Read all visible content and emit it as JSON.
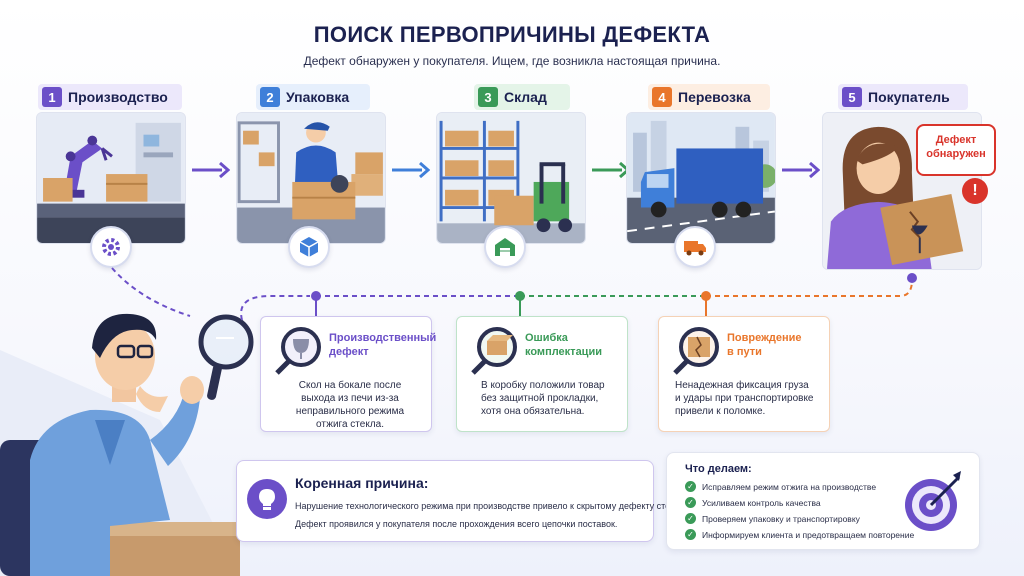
{
  "header": {
    "title": "ПОИСК ПЕРВОПРИЧИНЫ ДЕФЕКТА",
    "subtitle": "Дефект обнаружен у покупателя. Ищем, где возникла настоящая причина."
  },
  "steps": [
    {
      "num": "1",
      "label": "Производство",
      "color": "#6b4fc8",
      "bg": "#ece8fb",
      "icon": "gear-icon"
    },
    {
      "num": "2",
      "label": "Упаковка",
      "color": "#3f7fd9",
      "bg": "#e6effc",
      "icon": "box-icon"
    },
    {
      "num": "3",
      "label": "Склад",
      "color": "#3a9a58",
      "bg": "#e4f4e8",
      "icon": "warehouse-icon"
    },
    {
      "num": "4",
      "label": "Перевозка",
      "color": "#e9762b",
      "bg": "#fdeee2",
      "icon": "truck-icon"
    },
    {
      "num": "5",
      "label": "Покупатель",
      "color": "#6b4fc8",
      "bg": "#ece8fb",
      "icon": "customer-icon"
    }
  ],
  "customer_bubble": {
    "line1": "Дефект",
    "line2": "обнаружен"
  },
  "findings": [
    {
      "title_l1": "Производственный",
      "title_l2": "дефект",
      "color": "#6b4fc8",
      "border": "#cfc6ee",
      "text_l1": "Скол на бокале после",
      "text_l2": "выхода из печи из-за",
      "text_l3": "неправильного режима",
      "text_l4": "отжига стекла."
    },
    {
      "title_l1": "Ошибка",
      "title_l2": "комплектации",
      "color": "#3a9a58",
      "border": "#bfe3c9",
      "text_l1": "В коробку положили товар",
      "text_l2": "без защитной прокладки,",
      "text_l3": "хотя она обязательна.",
      "text_l4": ""
    },
    {
      "title_l1": "Повреждение",
      "title_l2": "в пути",
      "color": "#e9762b",
      "border": "#f5d2b6",
      "text_l1": "Ненадежная фиксация груза",
      "text_l2": "и удары при транспортировке",
      "text_l3": "привели к поломке.",
      "text_l4": ""
    }
  ],
  "root_cause": {
    "title": "Коренная причина:",
    "line1": "Нарушение технологического режима при производстве привело к скрытому дефекту стекла.",
    "line2": "Дефект проявился у покупателя после прохождения всего цепочки поставок."
  },
  "todo": {
    "title": "Что делаем:",
    "items": [
      "Исправляем режим отжига на производстве",
      "Усиливаем контроль качества",
      "Проверяем упаковку и транспортировку",
      "Информируем клиента и предотвращаем повторение"
    ]
  },
  "colors": {
    "purple": "#6b4fc8",
    "blue": "#3f7fd9",
    "green": "#3a9a58",
    "orange": "#e9762b",
    "red": "#d9342b",
    "navy": "#1b2150"
  }
}
